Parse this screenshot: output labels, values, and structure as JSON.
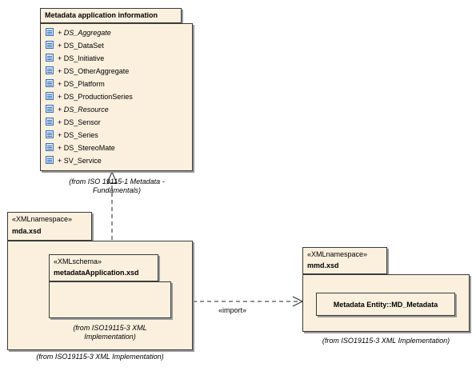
{
  "metadata_package": {
    "title": "Metadata application information",
    "items": [
      {
        "label": "+ DS_Aggregate",
        "italic": true
      },
      {
        "label": "+ DS_DataSet",
        "italic": false
      },
      {
        "label": "+ DS_Initiative",
        "italic": false
      },
      {
        "label": "+ DS_OtherAggregate",
        "italic": false
      },
      {
        "label": "+ DS_Platform",
        "italic": false
      },
      {
        "label": "+ DS_ProductionSeries",
        "italic": false
      },
      {
        "label": "+ DS_Resource",
        "italic": true
      },
      {
        "label": "+ DS_Sensor",
        "italic": false
      },
      {
        "label": "+ DS_Series",
        "italic": false
      },
      {
        "label": "+ DS_StereoMate",
        "italic": false
      },
      {
        "label": "+ SV_Service",
        "italic": false
      }
    ],
    "from_line1": "(from ISO 19115-1 Metadata -",
    "from_line2": "Fundamentals)"
  },
  "mda_package": {
    "stereotype": "«XMLnamespace»",
    "name": "mda.xsd",
    "from": "(from ISO19115-3 XML Implementation)"
  },
  "mda_schema": {
    "stereotype": "«XMLschema»",
    "name": "metadataApplication.xsd",
    "from_line1": "(from ISO19115-3 XML",
    "from_line2": "Implementation)"
  },
  "mmd_package": {
    "stereotype": "«XMLnamespace»",
    "name": "mmd.xsd",
    "from": "(from ISO19115-3 XML Implementation)"
  },
  "md_metadata": {
    "label": "Metadata Entity::MD_Metadata"
  },
  "import_label": "«import»"
}
